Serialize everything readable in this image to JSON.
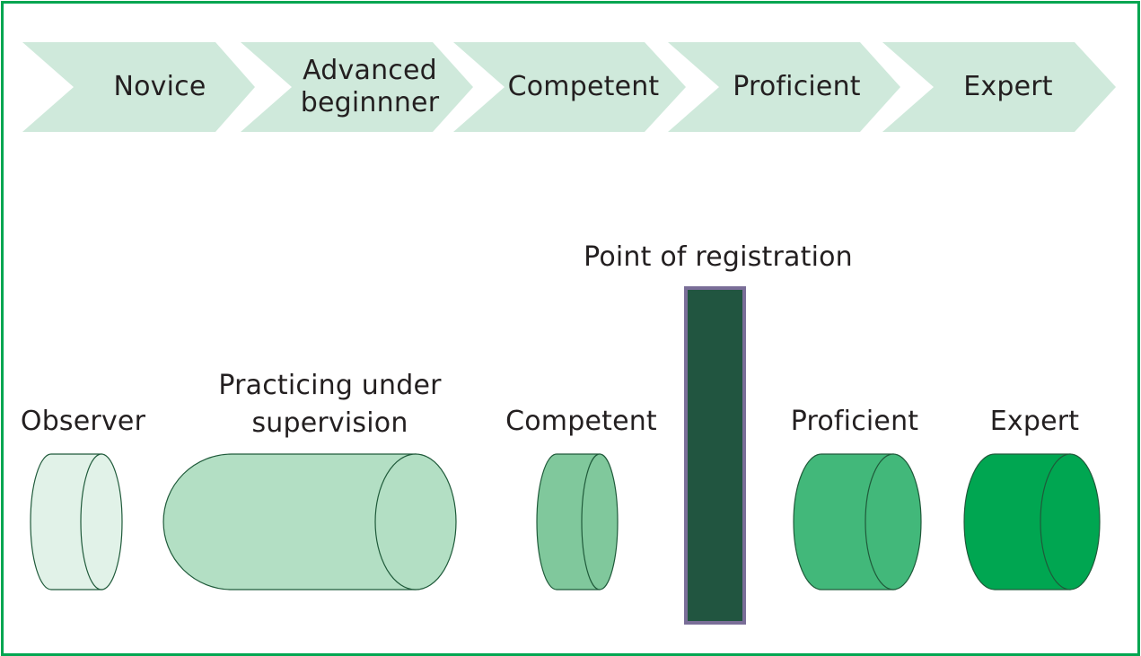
{
  "stages": [
    {
      "lines": [
        "Novice"
      ]
    },
    {
      "lines": [
        "Advanced",
        "beginnner"
      ]
    },
    {
      "lines": [
        "Competent"
      ]
    },
    {
      "lines": [
        "Proficient"
      ]
    },
    {
      "lines": [
        "Expert"
      ]
    }
  ],
  "registration": {
    "label": "Point of registration",
    "color": "#215540",
    "border": "#7a6e98"
  },
  "roles": [
    {
      "lines": [
        "Observer"
      ],
      "color": "#e1f2e8"
    },
    {
      "lines": [
        "Practicing under",
        "supervision"
      ],
      "color": "#b3dfc4"
    },
    {
      "lines": [
        "Competent"
      ],
      "color": "#80c89c"
    },
    {
      "lines": [
        "Proficient"
      ],
      "color": "#42b87a"
    },
    {
      "lines": [
        "Expert"
      ],
      "color": "#00a651"
    }
  ],
  "colors": {
    "chevron": "#cfe9db",
    "frame": "#00a651",
    "outline": "#1f5a3a"
  }
}
